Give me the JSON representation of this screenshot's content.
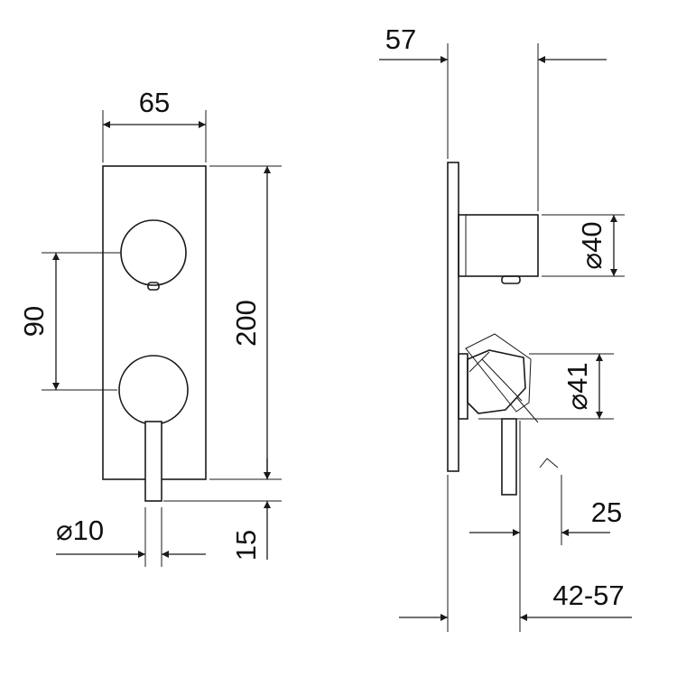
{
  "dimensions": {
    "front_width": "65",
    "front_spacing": "90",
    "front_height": "200",
    "lever_diameter": "⌀10",
    "lever_projection": "15",
    "side_top_depth": "57",
    "side_upper_diameter": "⌀40",
    "side_lower_diameter": "⌀41",
    "side_offset": "25",
    "side_range": "42-57"
  }
}
